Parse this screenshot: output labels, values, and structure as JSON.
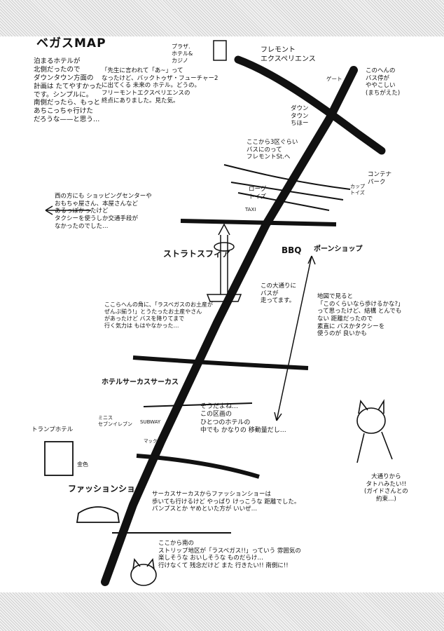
{
  "title": "ベガスMAP",
  "intro": "泊まるホテルが\n北側だったので\nダウンタウン方面の\n計画は たてやすかった\nです。シンプルに。\n南側だったら、もっと\nあちこっちゃ行けた\nだろうな——と思う…",
  "labels": {
    "plaza": "プラザ.\nホテル&\nカジノ",
    "fremont": "フレモント\nエクスペリエンス",
    "gate": "ゲート",
    "downtown": "ダウン\nタウン\nちほー",
    "bus_note": "このへんの\nバス停が\nややこしい\n(まちがえた)",
    "route3": "ここから3区ぐらい\nバスにのって\nフレモントSt.へ",
    "container_park": "コンテナ\nパーク",
    "cupid": "カップ\nトイズ",
    "rogue": "ローグ\nトイズ",
    "taxi": "TAXI",
    "bbq": "BBQ",
    "pawn": "ポーンショップ",
    "stratosphere": "ストラトスフィア",
    "main_street": "この大通りに\nバスが\n走ってます。",
    "circus": "ホテルサーカスサーカス",
    "circus_sub": "ミニス\nセブンイレブン",
    "subway": "SUBWAY",
    "mac": "マック",
    "trump": "トランプホテル",
    "gold": "金色",
    "fashion": "ファッションショー",
    "cat_caption": "大通りから\nタトハみたい!!\n(ガイドさんとの\n約束…)"
  },
  "notes": {
    "future_hotel": "「先生に言われて「あ~」って\nなったけど、バックトゥザ・フューチャー2\nに出てくる 未来の ホテル。どうの。\nフリーモントエクスペリエンスの\n終点にありました。見た気。",
    "west_shopping": "西の方にも ショッピングセンターや\nおもちゃ屋さん、本屋さんなど\nあるっぽかったけど\nタクシーを使うしか交通手段が\nなかったのでした…",
    "souvenir": "ここらへんの角に、「ラスベガスのお土産が\nぜんぶ揃う!」とうたったお土産やさん\nがあったけど バスを降りてまで\n行く気力は もはやなかった…",
    "distance_q": "地図で見ると\n「このくらいなら歩けるかな?」\nって思ったけど、結構 とんでも\nない 距離だったので\n素直に バスかタクシーを\n使うのが 良いかも",
    "circus_note": "そうだよね…\nこの区画の\nひとつのホテルの\n中でも かなりの 移動量だし…",
    "walkable": "サーカスサーカスからファッションショーは\n歩いても行けるけど やっぱり けっこうな 距離でした。\nパンプスとか ヤめといた方が いいぜ…",
    "south_strip": "ここから南の\nストリップ地区が「ラスベガス!!」っていう 雰囲気の\n楽しそうな おいしそうな ものだらけ…\n行けなくて 残念だけど また 行きたい!! 南側に!!"
  }
}
